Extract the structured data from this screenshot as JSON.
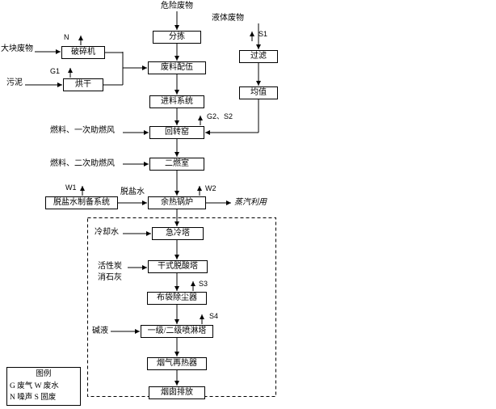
{
  "flow": {
    "top_label": "危险废物",
    "boxes": {
      "sorting": "分拣",
      "blending": "废料配伍",
      "feeding": "进料系统",
      "rotary_kiln": "回转窑",
      "secondary_chamber": "二燃室",
      "waste_heat_boiler": "余热锅炉",
      "quench_tower": "急冷塔",
      "dry_deacid_tower": "干式脱酸塔",
      "bag_filter": "布袋除尘器",
      "spray_tower": "一级/二级喷淋塔",
      "gas_reheater": "烟气再热器",
      "stack": "烟囱排放",
      "crusher": "破碎机",
      "dryer": "烘干",
      "filter": "过滤",
      "homogenizer": "均值",
      "demin_water_system": "脱盐水制备系统"
    },
    "inputs": {
      "bulk_waste": "大块废物",
      "sludge": "污泥",
      "liquid_waste": "液体废物",
      "fuel_primary_air": "燃料、一次助燃风",
      "fuel_secondary_air": "燃料、二次助燃风",
      "demin_water": "脱盐水",
      "cooling_water": "冷却水",
      "activated_carbon": "活性炭",
      "slaked_lime": "消石灰",
      "alkali": "碱液"
    },
    "emissions": {
      "n": "N",
      "g1": "G1",
      "s1": "S1",
      "g2s2": "G2、S2",
      "w1": "W1",
      "w2": "W2",
      "s3": "S3",
      "s4": "S4"
    },
    "outputs": {
      "steam_use": "蒸汽利用"
    },
    "legend": {
      "title": "图例",
      "row1": "G 废气 W 废水",
      "row2": "N 噪声 S 固废"
    }
  }
}
